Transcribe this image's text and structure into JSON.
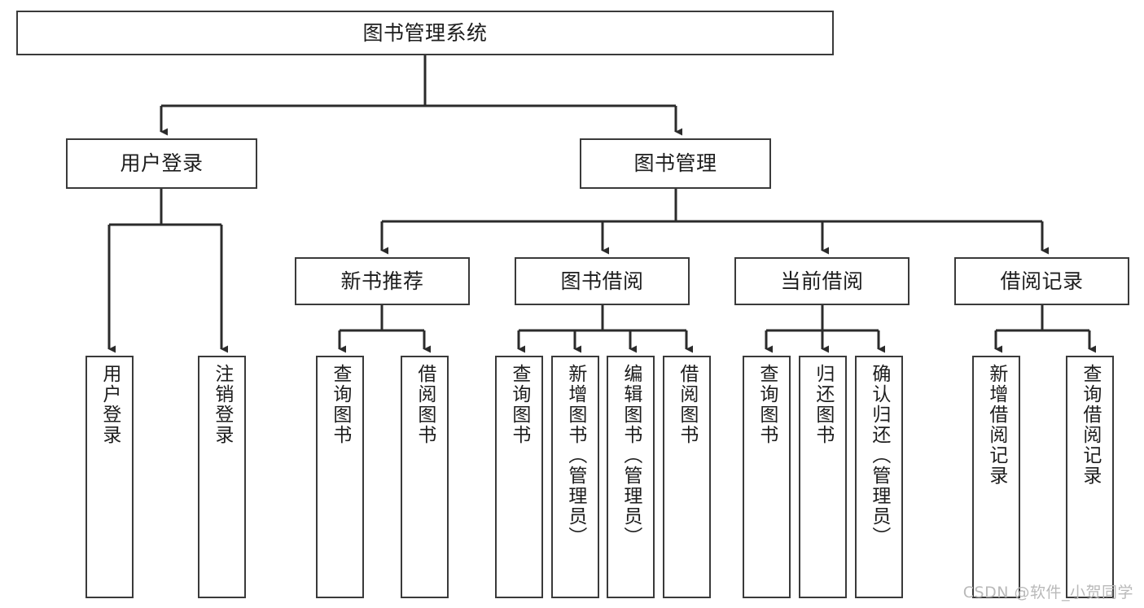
{
  "diagram": {
    "type": "hierarchy-tree",
    "title": "图书管理系统",
    "watermark": "CSDN @软件_小贺同学",
    "colors": {
      "node_border": "#3a3a3a",
      "node_fill": "#ffffff",
      "connector": "#2b2b2b",
      "text": "#1d1d1d",
      "watermark": "#b9b9b9",
      "background": "#ffffff"
    },
    "levels": [
      {
        "level": 1,
        "nodes": [
          {
            "id": "root",
            "label": "图书管理系统",
            "orientation": "horizontal"
          }
        ]
      },
      {
        "level": 2,
        "nodes": [
          {
            "id": "user-login",
            "label": "用户登录",
            "orientation": "horizontal",
            "parent": "root"
          },
          {
            "id": "book-manage",
            "label": "图书管理",
            "orientation": "horizontal",
            "parent": "root"
          }
        ]
      },
      {
        "level": 3,
        "nodes": [
          {
            "id": "new-book-rec",
            "label": "新书推荐",
            "orientation": "horizontal",
            "parent": "book-manage"
          },
          {
            "id": "book-borrow",
            "label": "图书借阅",
            "orientation": "horizontal",
            "parent": "book-manage"
          },
          {
            "id": "current-borrow",
            "label": "当前借阅",
            "orientation": "horizontal",
            "parent": "book-manage"
          },
          {
            "id": "borrow-record",
            "label": "借阅记录",
            "orientation": "horizontal",
            "parent": "book-manage"
          }
        ]
      },
      {
        "level": 4,
        "nodes": [
          {
            "id": "leaf-user-login",
            "label": "用户登录",
            "orientation": "vertical",
            "parent": "user-login"
          },
          {
            "id": "leaf-user-logout",
            "label": "注销登录",
            "orientation": "vertical",
            "parent": "user-login"
          },
          {
            "id": "leaf-query-book-1",
            "label": "查询图书",
            "orientation": "vertical",
            "parent": "new-book-rec"
          },
          {
            "id": "leaf-borrow-book-1",
            "label": "借阅图书",
            "orientation": "vertical",
            "parent": "new-book-rec"
          },
          {
            "id": "leaf-query-book-2",
            "label": "查询图书",
            "orientation": "vertical",
            "parent": "book-borrow"
          },
          {
            "id": "leaf-add-book",
            "label": "新增图书（管理员）",
            "orientation": "vertical",
            "parent": "book-borrow"
          },
          {
            "id": "leaf-edit-book",
            "label": "编辑图书（管理员）",
            "orientation": "vertical",
            "parent": "book-borrow"
          },
          {
            "id": "leaf-borrow-book-2",
            "label": "借阅图书",
            "orientation": "vertical",
            "parent": "book-borrow"
          },
          {
            "id": "leaf-query-book-3",
            "label": "查询图书",
            "orientation": "vertical",
            "parent": "current-borrow"
          },
          {
            "id": "leaf-return-book",
            "label": "归还图书",
            "orientation": "vertical",
            "parent": "current-borrow"
          },
          {
            "id": "leaf-confirm-return",
            "label": "确认归还（管理员）",
            "orientation": "vertical",
            "parent": "current-borrow"
          },
          {
            "id": "leaf-add-record",
            "label": "新增借阅记录",
            "orientation": "vertical",
            "parent": "borrow-record"
          },
          {
            "id": "leaf-query-record",
            "label": "查询借阅记录",
            "orientation": "vertical",
            "parent": "borrow-record"
          }
        ]
      }
    ]
  }
}
